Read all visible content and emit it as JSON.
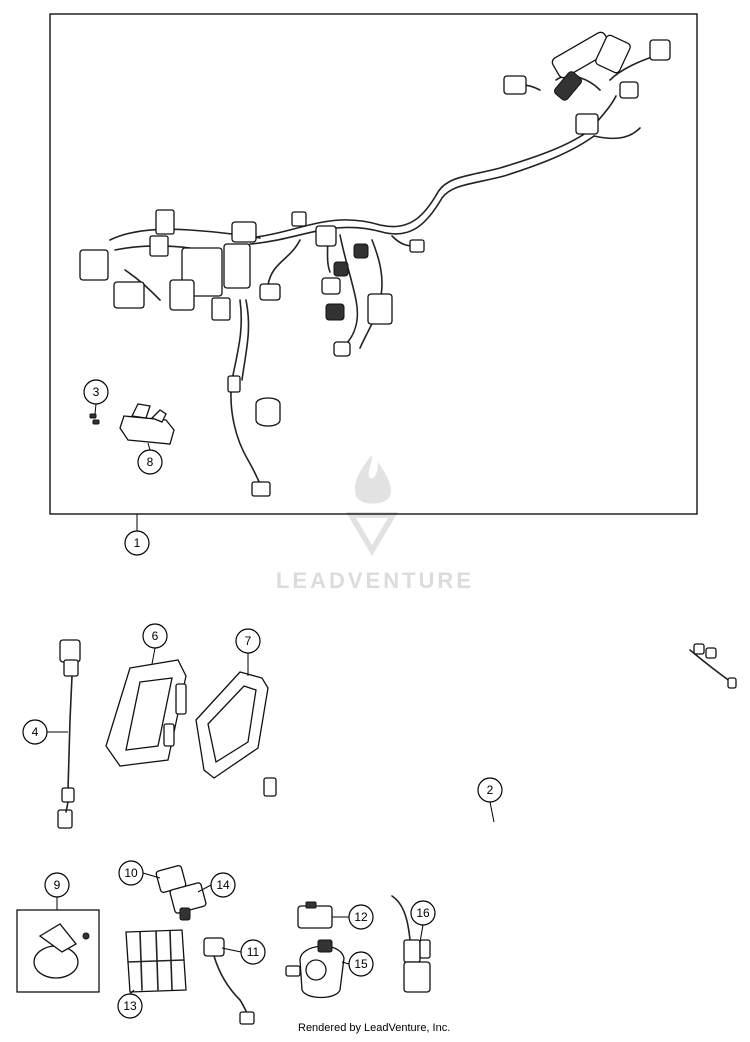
{
  "watermark": {
    "brand": "LEADVENTURE"
  },
  "credit": "Rendered by LeadVenture, Inc.",
  "callouts": [
    {
      "id": "c1",
      "label": "1",
      "part": "main-wiring-harness"
    },
    {
      "id": "c2",
      "label": "2",
      "part": "wiring-harness-extension"
    },
    {
      "id": "c3",
      "label": "3",
      "part": "small-pins"
    },
    {
      "id": "c4",
      "label": "4",
      "part": "sensor-cable"
    },
    {
      "id": "c6",
      "label": "6",
      "part": "control-unit-a"
    },
    {
      "id": "c7",
      "label": "7",
      "part": "control-unit-b"
    },
    {
      "id": "c8",
      "label": "8",
      "part": "connector-housing"
    },
    {
      "id": "c9",
      "label": "9",
      "part": "horn"
    },
    {
      "id": "c10",
      "label": "10",
      "part": "relay-small"
    },
    {
      "id": "c11",
      "label": "11",
      "part": "connector-lead"
    },
    {
      "id": "c12",
      "label": "12",
      "part": "relay-12"
    },
    {
      "id": "c13",
      "label": "13",
      "part": "fuse-box"
    },
    {
      "id": "c14",
      "label": "14",
      "part": "relay-14"
    },
    {
      "id": "c15",
      "label": "15",
      "part": "starter-relay"
    },
    {
      "id": "c16",
      "label": "16",
      "part": "lead-16"
    }
  ]
}
